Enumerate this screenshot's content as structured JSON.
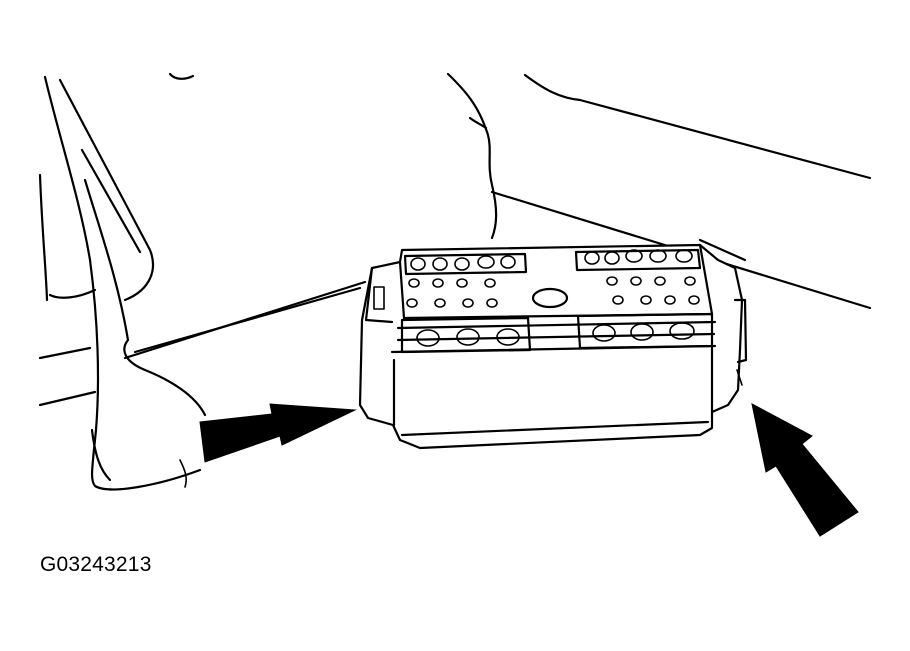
{
  "figure": {
    "id_label": "G03243213",
    "subject": "module-connector",
    "arrow_count": 2
  },
  "colors": {
    "line": "#000000",
    "background": "#ffffff"
  }
}
